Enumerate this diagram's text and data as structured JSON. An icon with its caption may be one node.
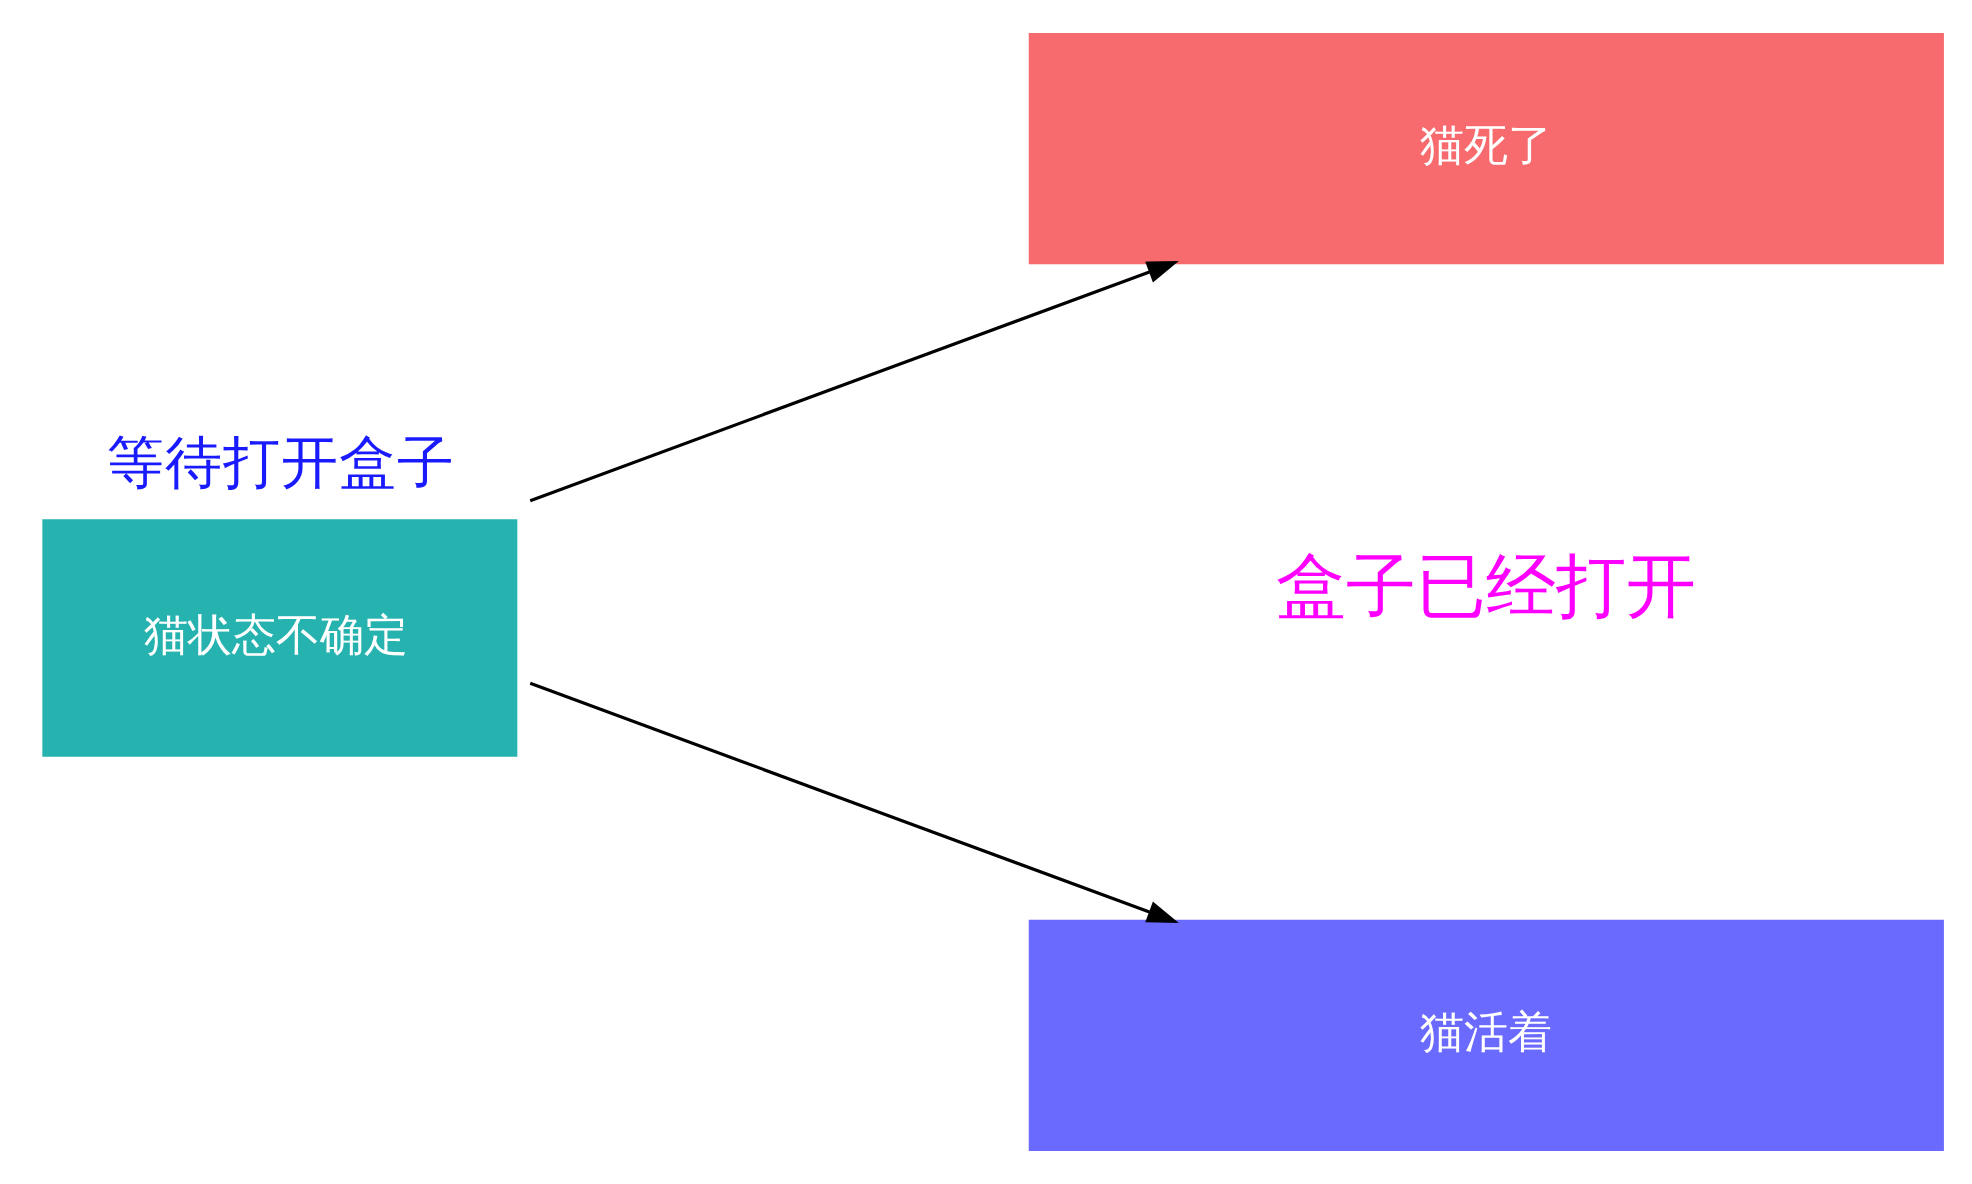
{
  "diagram": {
    "nodes": [
      {
        "text": [
          "等待打开盒子",
          "猫状态不确定"
        ]
      },
      {
        "text": [
          "猫活着"
        ]
      },
      {
        "text": [
          "猫死了"
        ]
      }
    ],
    "edges": [
      {
        "from": 0,
        "to": 1,
        "arrow": "to"
      },
      {
        "from": 0,
        "to": 2,
        "arrow": "to"
      }
    ],
    "labels": [
      "盒子已经打开"
    ]
  }
}
